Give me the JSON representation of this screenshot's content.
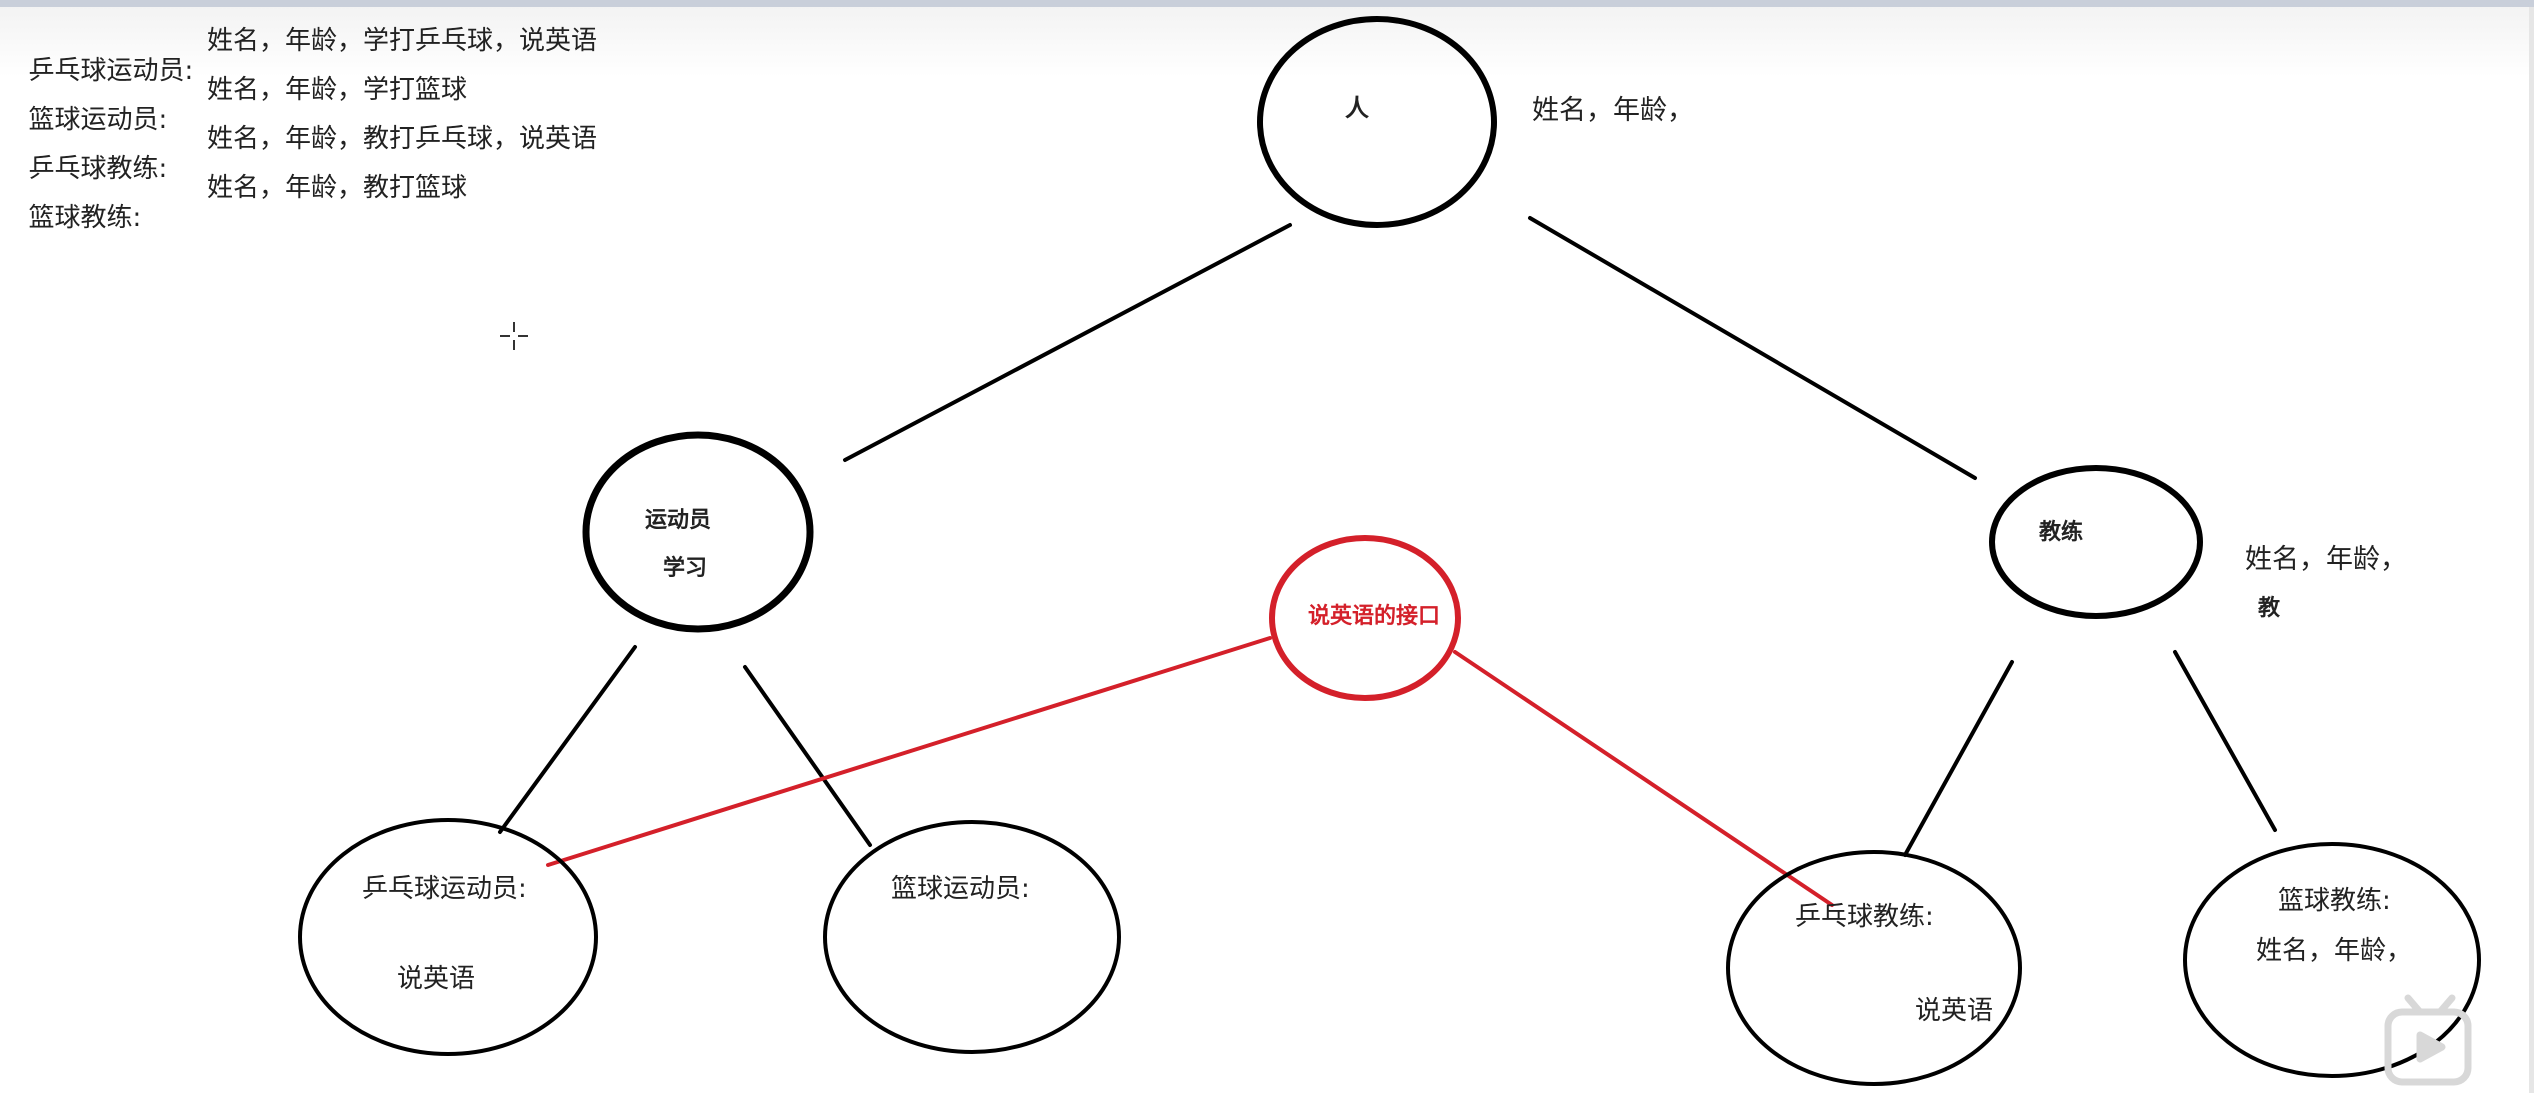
{
  "requirements": [
    {
      "role": "乒乓球运动员:",
      "attrs": "姓名，年龄，学打乒乓球，说英语"
    },
    {
      "role": "篮球运动员:",
      "attrs": "姓名，年龄，学打篮球"
    },
    {
      "role": "乒乓球教练:",
      "attrs": "姓名，年龄，教打乒乓球，说英语"
    },
    {
      "role": "篮球教练:",
      "attrs": "姓名，年龄，教打篮球"
    }
  ],
  "nodes": {
    "person": {
      "label": "人",
      "note": "姓名，年龄，"
    },
    "athlete": {
      "label": "运动员",
      "sub": "学习"
    },
    "coach": {
      "label": "教练",
      "note": "姓名，年龄，",
      "note2": "教"
    },
    "interface": {
      "label": "说英语的接口"
    },
    "ping_athlete": {
      "label": "乒乓球运动员:",
      "sub": "说英语"
    },
    "basket_athlete": {
      "label": "篮球运动员:"
    },
    "ping_coach": {
      "label": "乒乓球教练:",
      "sub": "说英语"
    },
    "basket_coach": {
      "label": "篮球教练:",
      "sub": "姓名，年龄，"
    }
  },
  "colors": {
    "ink": "#000000",
    "interface": "#d4202a",
    "text": "#222222"
  },
  "icons": [
    "crosshair-cursor-icon",
    "video-player-logo-icon"
  ]
}
